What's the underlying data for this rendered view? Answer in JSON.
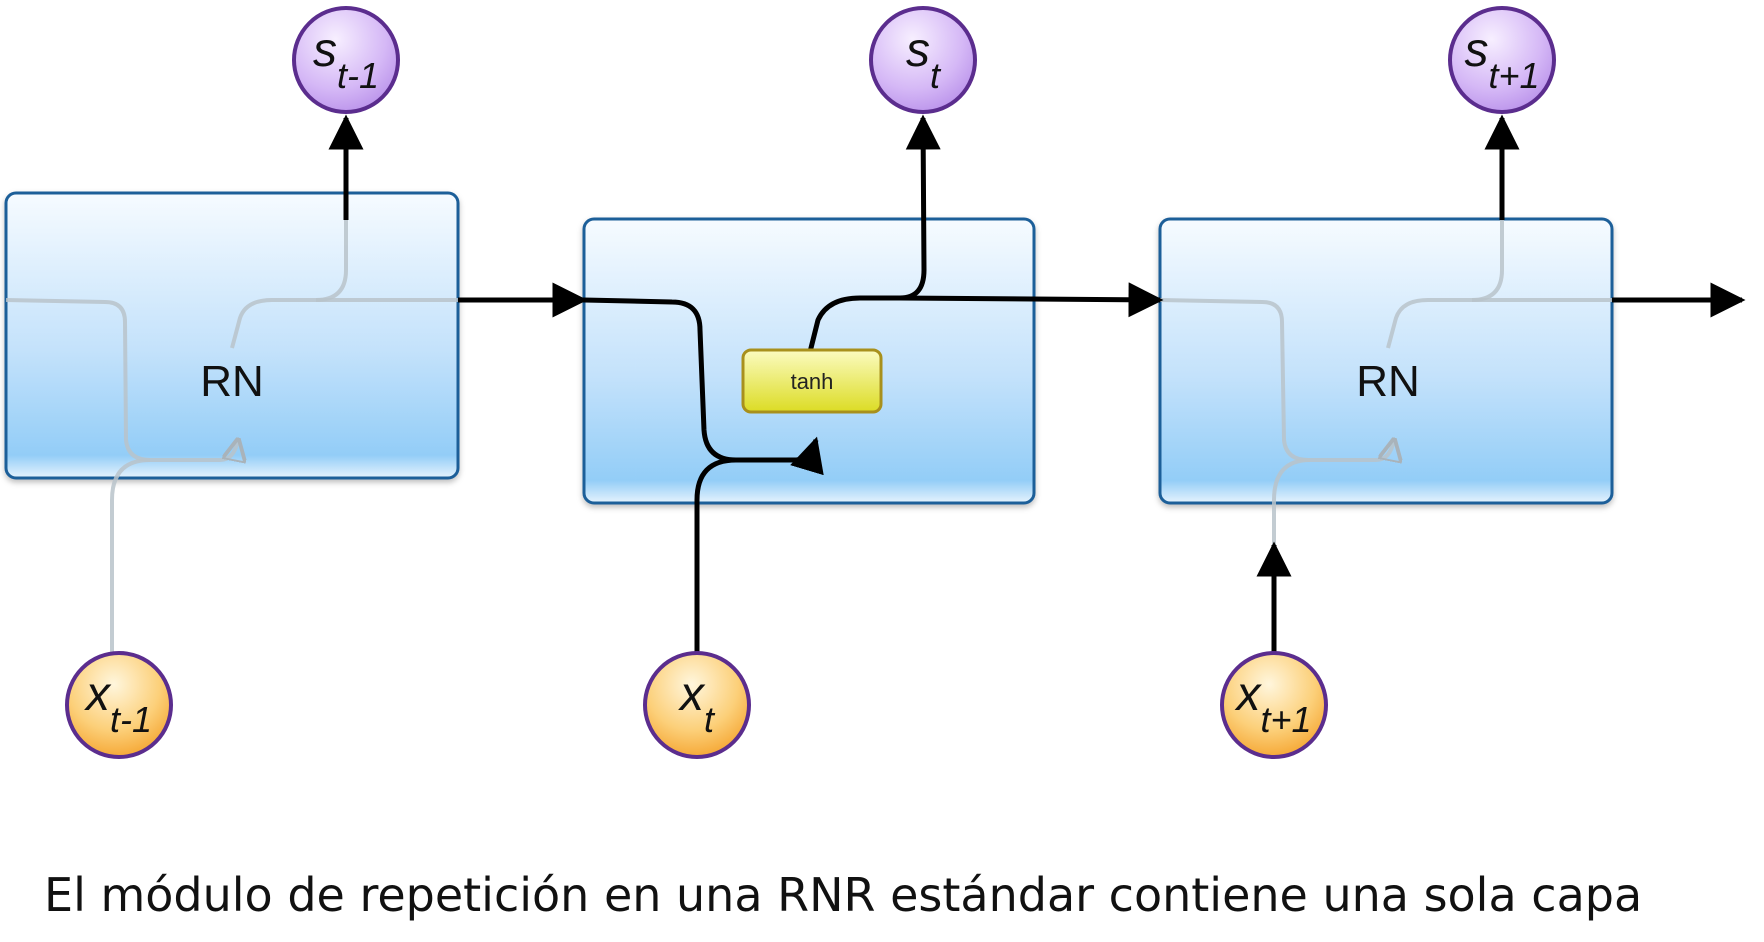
{
  "diagram": {
    "blocks": [
      {
        "label": "RN"
      },
      {
        "gate_label": "tanh"
      },
      {
        "label": "RN"
      }
    ],
    "outputs": [
      {
        "base": "s",
        "sub": "t-1"
      },
      {
        "base": "s",
        "sub": "t"
      },
      {
        "base": "s",
        "sub": "t+1"
      }
    ],
    "inputs": [
      {
        "base": "x",
        "sub": "t-1"
      },
      {
        "base": "x",
        "sub": "t"
      },
      {
        "base": "x",
        "sub": "t+1"
      }
    ],
    "caption": "El módulo de repetición en una RNR estándar contiene una sola capa"
  },
  "colors": {
    "block_top": "#f4faff",
    "block_bottom": "#93cdf7",
    "block_border": "#1f5f99",
    "output_node": "#c9a6f2",
    "input_node": "#f7a62f",
    "node_border": "#5b2d8e",
    "gate": "#e2e23a",
    "gate_border": "#a8901c",
    "arrow": "#000000",
    "faded_line": "#bfc7cc"
  }
}
